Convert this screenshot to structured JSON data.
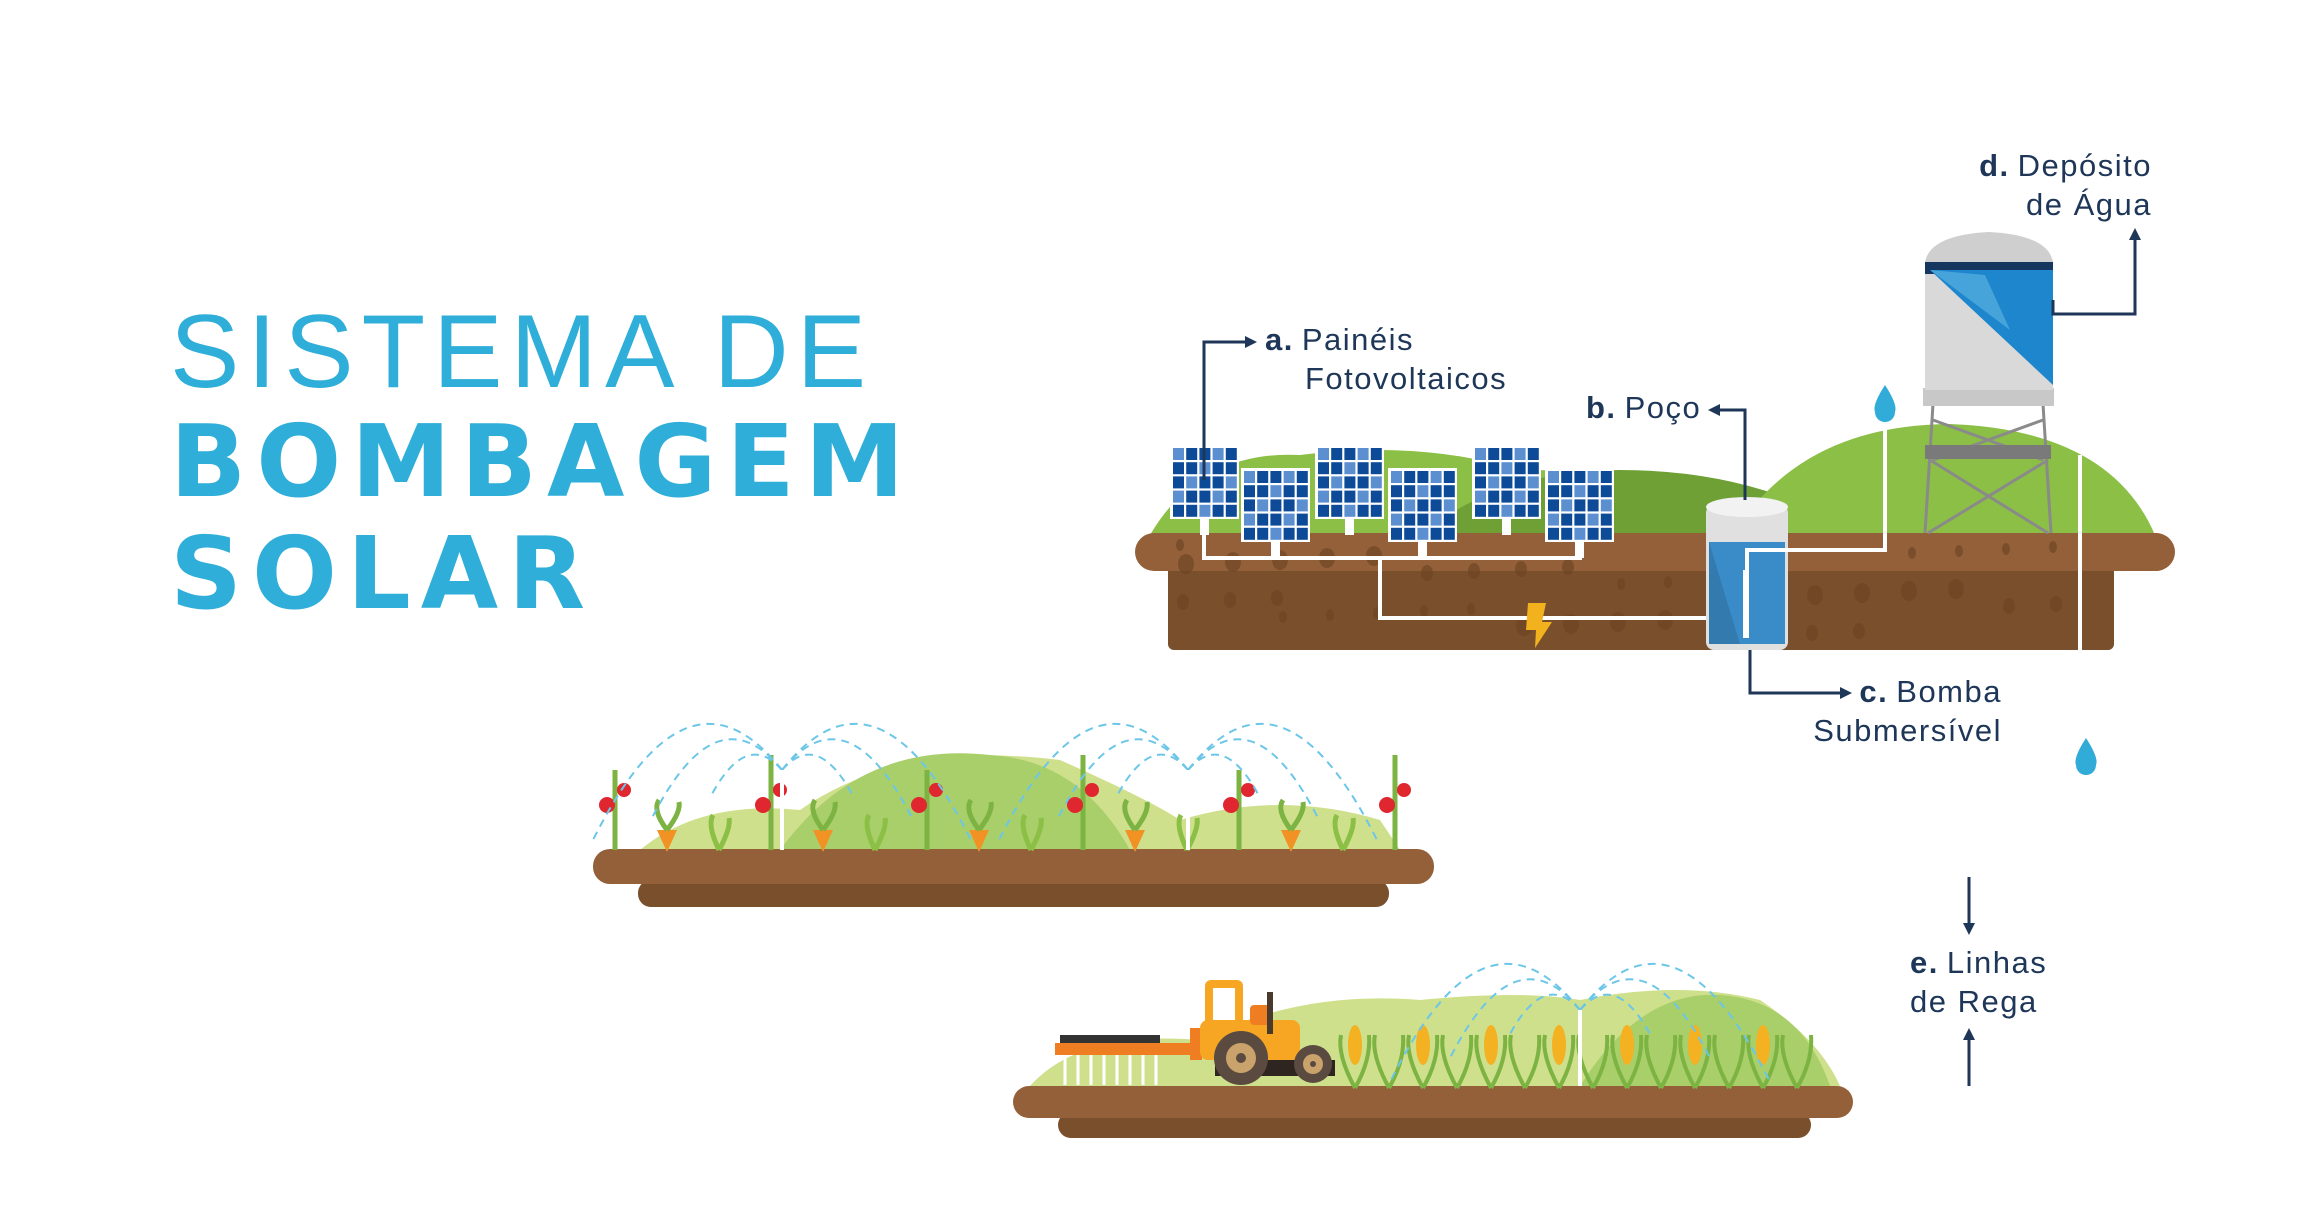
{
  "title": {
    "line1": "SISTEMA DE",
    "line2": "BOMBAGEM",
    "line3": "SOLAR"
  },
  "labels": {
    "a": {
      "letter": "a.",
      "line1": "Painéis",
      "line2": "Fotovoltaicos"
    },
    "b": {
      "letter": "b.",
      "line1": "Poço"
    },
    "c": {
      "letter": "c.",
      "line1": "Bomba",
      "line2": "Submersível"
    },
    "d": {
      "letter": "d.",
      "line1": "Depósito",
      "line2": "de Água"
    },
    "e": {
      "letter": "e.",
      "line1": "Linhas",
      "line2": "de Rega"
    }
  },
  "colors": {
    "title": "#2eaed8",
    "label": "#1e3658",
    "soil_top": "#93603a",
    "soil_bottom": "#7a4f2b",
    "grass": "#8bbf45",
    "water": "#2f9bd6",
    "panel": "#0d4a97"
  }
}
